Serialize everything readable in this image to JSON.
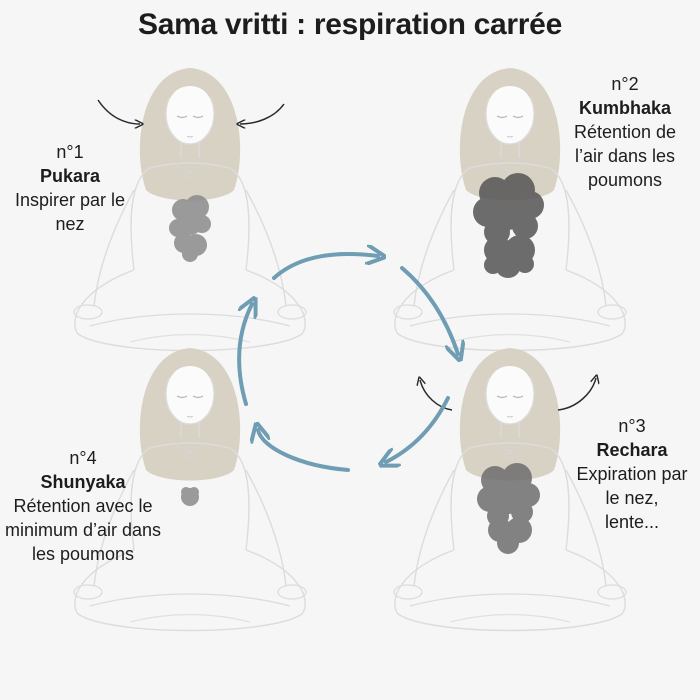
{
  "title": "Sama vritti : respiration carrée",
  "steps": [
    {
      "num": "n°1",
      "name": "Pukara",
      "desc": "Inspirer par le nez"
    },
    {
      "num": "n°2",
      "name": "Kumbhaka",
      "desc": "Rétention de l’air dans les poumons"
    },
    {
      "num": "n°3",
      "name": "Rechara",
      "desc": "Expiration par le nez, lente..."
    },
    {
      "num": "n°4",
      "name": "Shunyaka",
      "desc": "Rétention avec le minimum d’air dans les poumons"
    }
  ],
  "colors": {
    "cycle_arrow": "#6f9db3",
    "hair": "#d8d2c4",
    "body_line": "#d9d9d9",
    "air": "#7a7a7a",
    "airflow_arrow": "#2a2a2a"
  }
}
